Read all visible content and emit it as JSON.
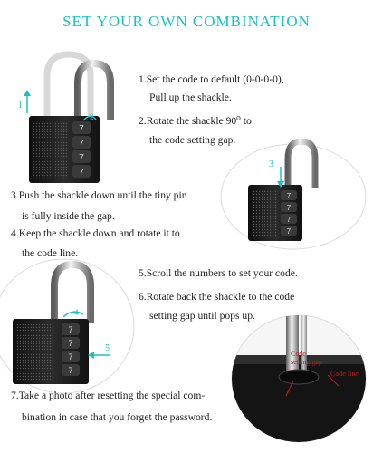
{
  "title": "SET YOUR OWN COMBINATION",
  "steps": {
    "s1_line1": "1.Set the code to default (0-0-0-0),",
    "s1_line2": "Pull up the shackle.",
    "s2_line1": "2.Rotate the shackle 90⁰ to",
    "s2_line2": "the code setting gap.",
    "s3_line1": "3.Push the shackle down until the tiny pin",
    "s3_line2": "is fully inside the gap.",
    "s4_line1": "4.Keep the shackle down and rotate it to",
    "s4_line2": "the code line.",
    "s5_line1": "5.Scroll the numbers to set your code.",
    "s6_line1": "6.Rotate back the shackle to the code",
    "s6_line2": "setting gap until pops up.",
    "s7_line1": "7.Take a photo after resetting the special com-",
    "s7_line2": "bination in case that you forget the password."
  },
  "annotations": {
    "arrow_1": "1",
    "arrow_2": "2",
    "arrow_3": "3",
    "arrow_4": "4",
    "arrow_5": "5",
    "code_setting_gap": "Code setting gap",
    "code_line": "Code line"
  },
  "colors": {
    "accent": "#19c0c4",
    "lock_body": "#1b1b1b",
    "label_red": "#c21a1a"
  }
}
